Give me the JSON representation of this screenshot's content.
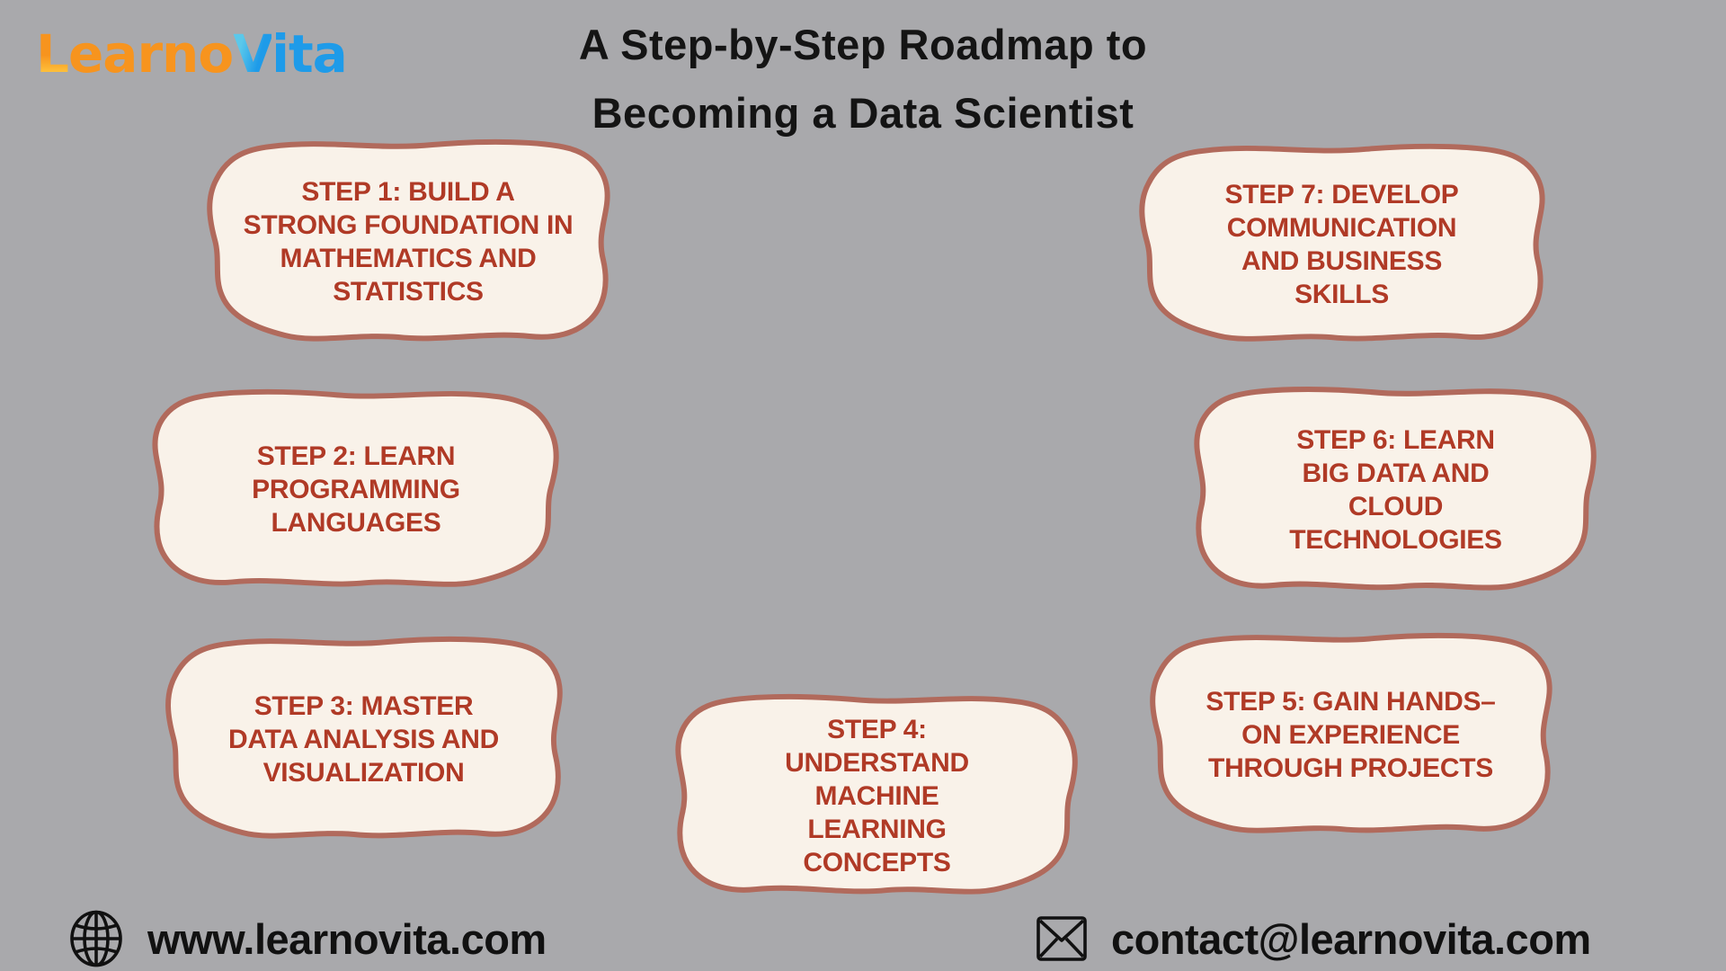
{
  "page": {
    "title_line1": "A Step-by-Step Roadmap to",
    "title_line2": "Becoming a Data Scientist"
  },
  "logo": {
    "l": "L",
    "earno": "earno",
    "v": "V",
    "ita": "ita"
  },
  "steps": [
    {
      "id": 1,
      "label": "STEP 1: BUILD A STRONG FOUNDATION IN MATHEMATICS AND STATISTICS"
    },
    {
      "id": 2,
      "label": "STEP 2: LEARN PROGRAMMING LANGUAGES"
    },
    {
      "id": 3,
      "label": "STEP 3: MASTER DATA ANALYSIS AND VISUALIZATION"
    },
    {
      "id": 4,
      "label": "STEP 4: UNDERSTAND MACHINE LEARNING CONCEPTS"
    },
    {
      "id": 5,
      "label": "STEP 5: GAIN HANDS–ON EXPERIENCE THROUGH PROJECTS"
    },
    {
      "id": 6,
      "label": "STEP 6: LEARN BIG DATA AND CLOUD TECHNOLOGIES"
    },
    {
      "id": 7,
      "label": "STEP 7: DEVELOP COMMUNICATION AND BUSINESS SKILLS"
    }
  ],
  "footer": {
    "website": "www.learnovita.com",
    "email": "contact@learnovita.com",
    "website_icon": "globe-icon",
    "email_icon": "envelope-icon"
  },
  "colors": {
    "background": "#A9A9AC",
    "card_fill": "#F9F2E9",
    "card_border": "#B16A5C",
    "card_text": "#B03A26",
    "title_text": "#141414",
    "logo_orange": "#F7941E",
    "logo_yellow": "#FFC43D",
    "logo_blue": "#1E9BE9",
    "logo_cyan": "#5BC8EA"
  }
}
